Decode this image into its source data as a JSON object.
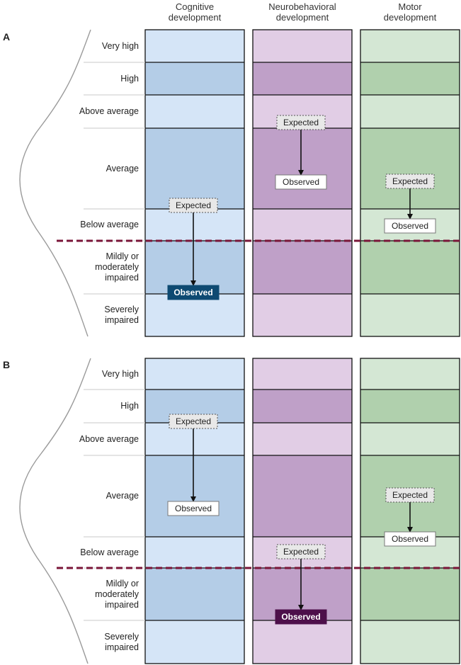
{
  "columns": [
    {
      "title": "Cognitive development",
      "line1": "Cognitive",
      "line2": "development"
    },
    {
      "title": "Neurobehavioral development",
      "line1": "Neurobehavioral",
      "line2": "development"
    },
    {
      "title": "Motor development",
      "line1": "Motor",
      "line2": "development"
    }
  ],
  "levels": [
    "Very high",
    "High",
    "Above average",
    "Average",
    "Below average",
    "Mildly or moderately impaired",
    "Severely impaired"
  ],
  "level_lines": [
    [
      "Very high"
    ],
    [
      "High"
    ],
    [
      "Above average"
    ],
    [
      "Average"
    ],
    [
      "Below average"
    ],
    [
      "Mildly or",
      "moderately",
      "impaired"
    ],
    [
      "Severely",
      "impaired"
    ]
  ],
  "colors": {
    "cognitive_light": "#d5e5f7",
    "cognitive_dark": "#b4cde7",
    "neuro_light": "#e1cde5",
    "neuro_dark": "#bfa0c8",
    "motor_light": "#d4e7d4",
    "motor_dark": "#b0d0ad",
    "impairment_line": "#7a1538",
    "observed_cognitive_fill": "#0e4a72",
    "observed_neuro_fill": "#4d0f4a"
  },
  "labels": {
    "expected": "Expected",
    "observed": "Observed"
  },
  "panels": [
    {
      "letter": "A",
      "markers": [
        {
          "column": "Cognitive development",
          "expected_level": "Below average (upper)",
          "observed_level": "Between Mildly or moderately impaired and Severely impaired",
          "observed_style": "highlight"
        },
        {
          "column": "Neurobehavioral development",
          "expected_level": "Between Above average and Average",
          "observed_level": "Average",
          "observed_style": "plain"
        },
        {
          "column": "Motor development",
          "expected_level": "Average (lower)",
          "observed_level": "Below average",
          "observed_style": "plain"
        }
      ]
    },
    {
      "letter": "B",
      "markers": [
        {
          "column": "Cognitive development",
          "expected_level": "Between High and Above average",
          "observed_level": "Average",
          "observed_style": "plain"
        },
        {
          "column": "Neurobehavioral development",
          "expected_level": "Below average",
          "observed_level": "Between Mildly or moderately impaired and Severely impaired",
          "observed_style": "highlight"
        },
        {
          "column": "Motor development",
          "expected_level": "Average",
          "observed_level": "Between Average and Below average",
          "observed_style": "plain"
        }
      ]
    }
  ]
}
